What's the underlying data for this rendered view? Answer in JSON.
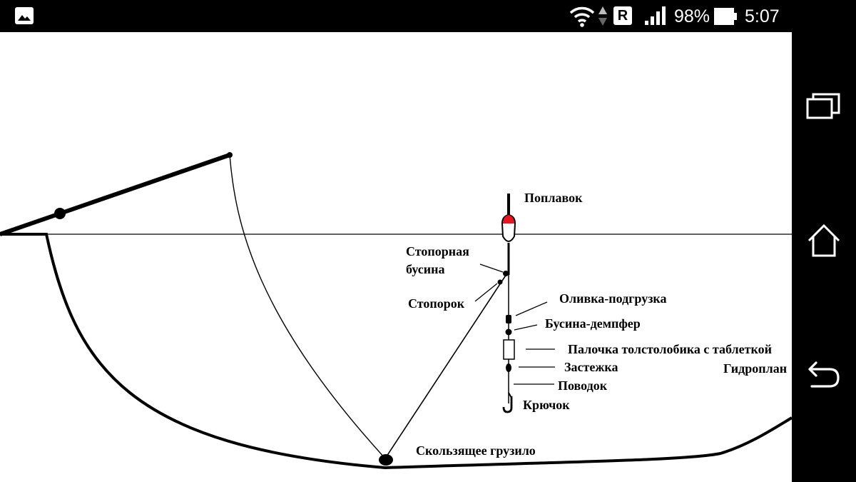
{
  "status_bar": {
    "battery_percent": "98%",
    "time": "5:07",
    "roaming_indicator": "R",
    "icons": [
      "gallery-icon",
      "wifi-icon",
      "data-arrows-icon",
      "roaming-badge",
      "signal-icon",
      "battery-icon"
    ]
  },
  "diagram": {
    "labels": {
      "float": "Поплавок",
      "stopper_bead": "Стопорная",
      "stopper_bead_2": "бусина",
      "stopper": "Стопорок",
      "olive_sinker": "Оливка-подгрузка",
      "damper_bead": "Бусина-демпфер",
      "stick": "Палочка толстолобика с таблеткой",
      "clasp": "Застежка",
      "hydroplane": "Гидроплан",
      "leader": "Поводок",
      "hook": "Крючок",
      "sliding_sinker": "Скользящее грузило"
    }
  },
  "nav_bar": {
    "buttons": [
      "recents-icon",
      "home-icon",
      "back-icon"
    ]
  },
  "colors": {
    "float_tip": "#e8141e",
    "background": "#ffffff",
    "bars": "#000000"
  }
}
